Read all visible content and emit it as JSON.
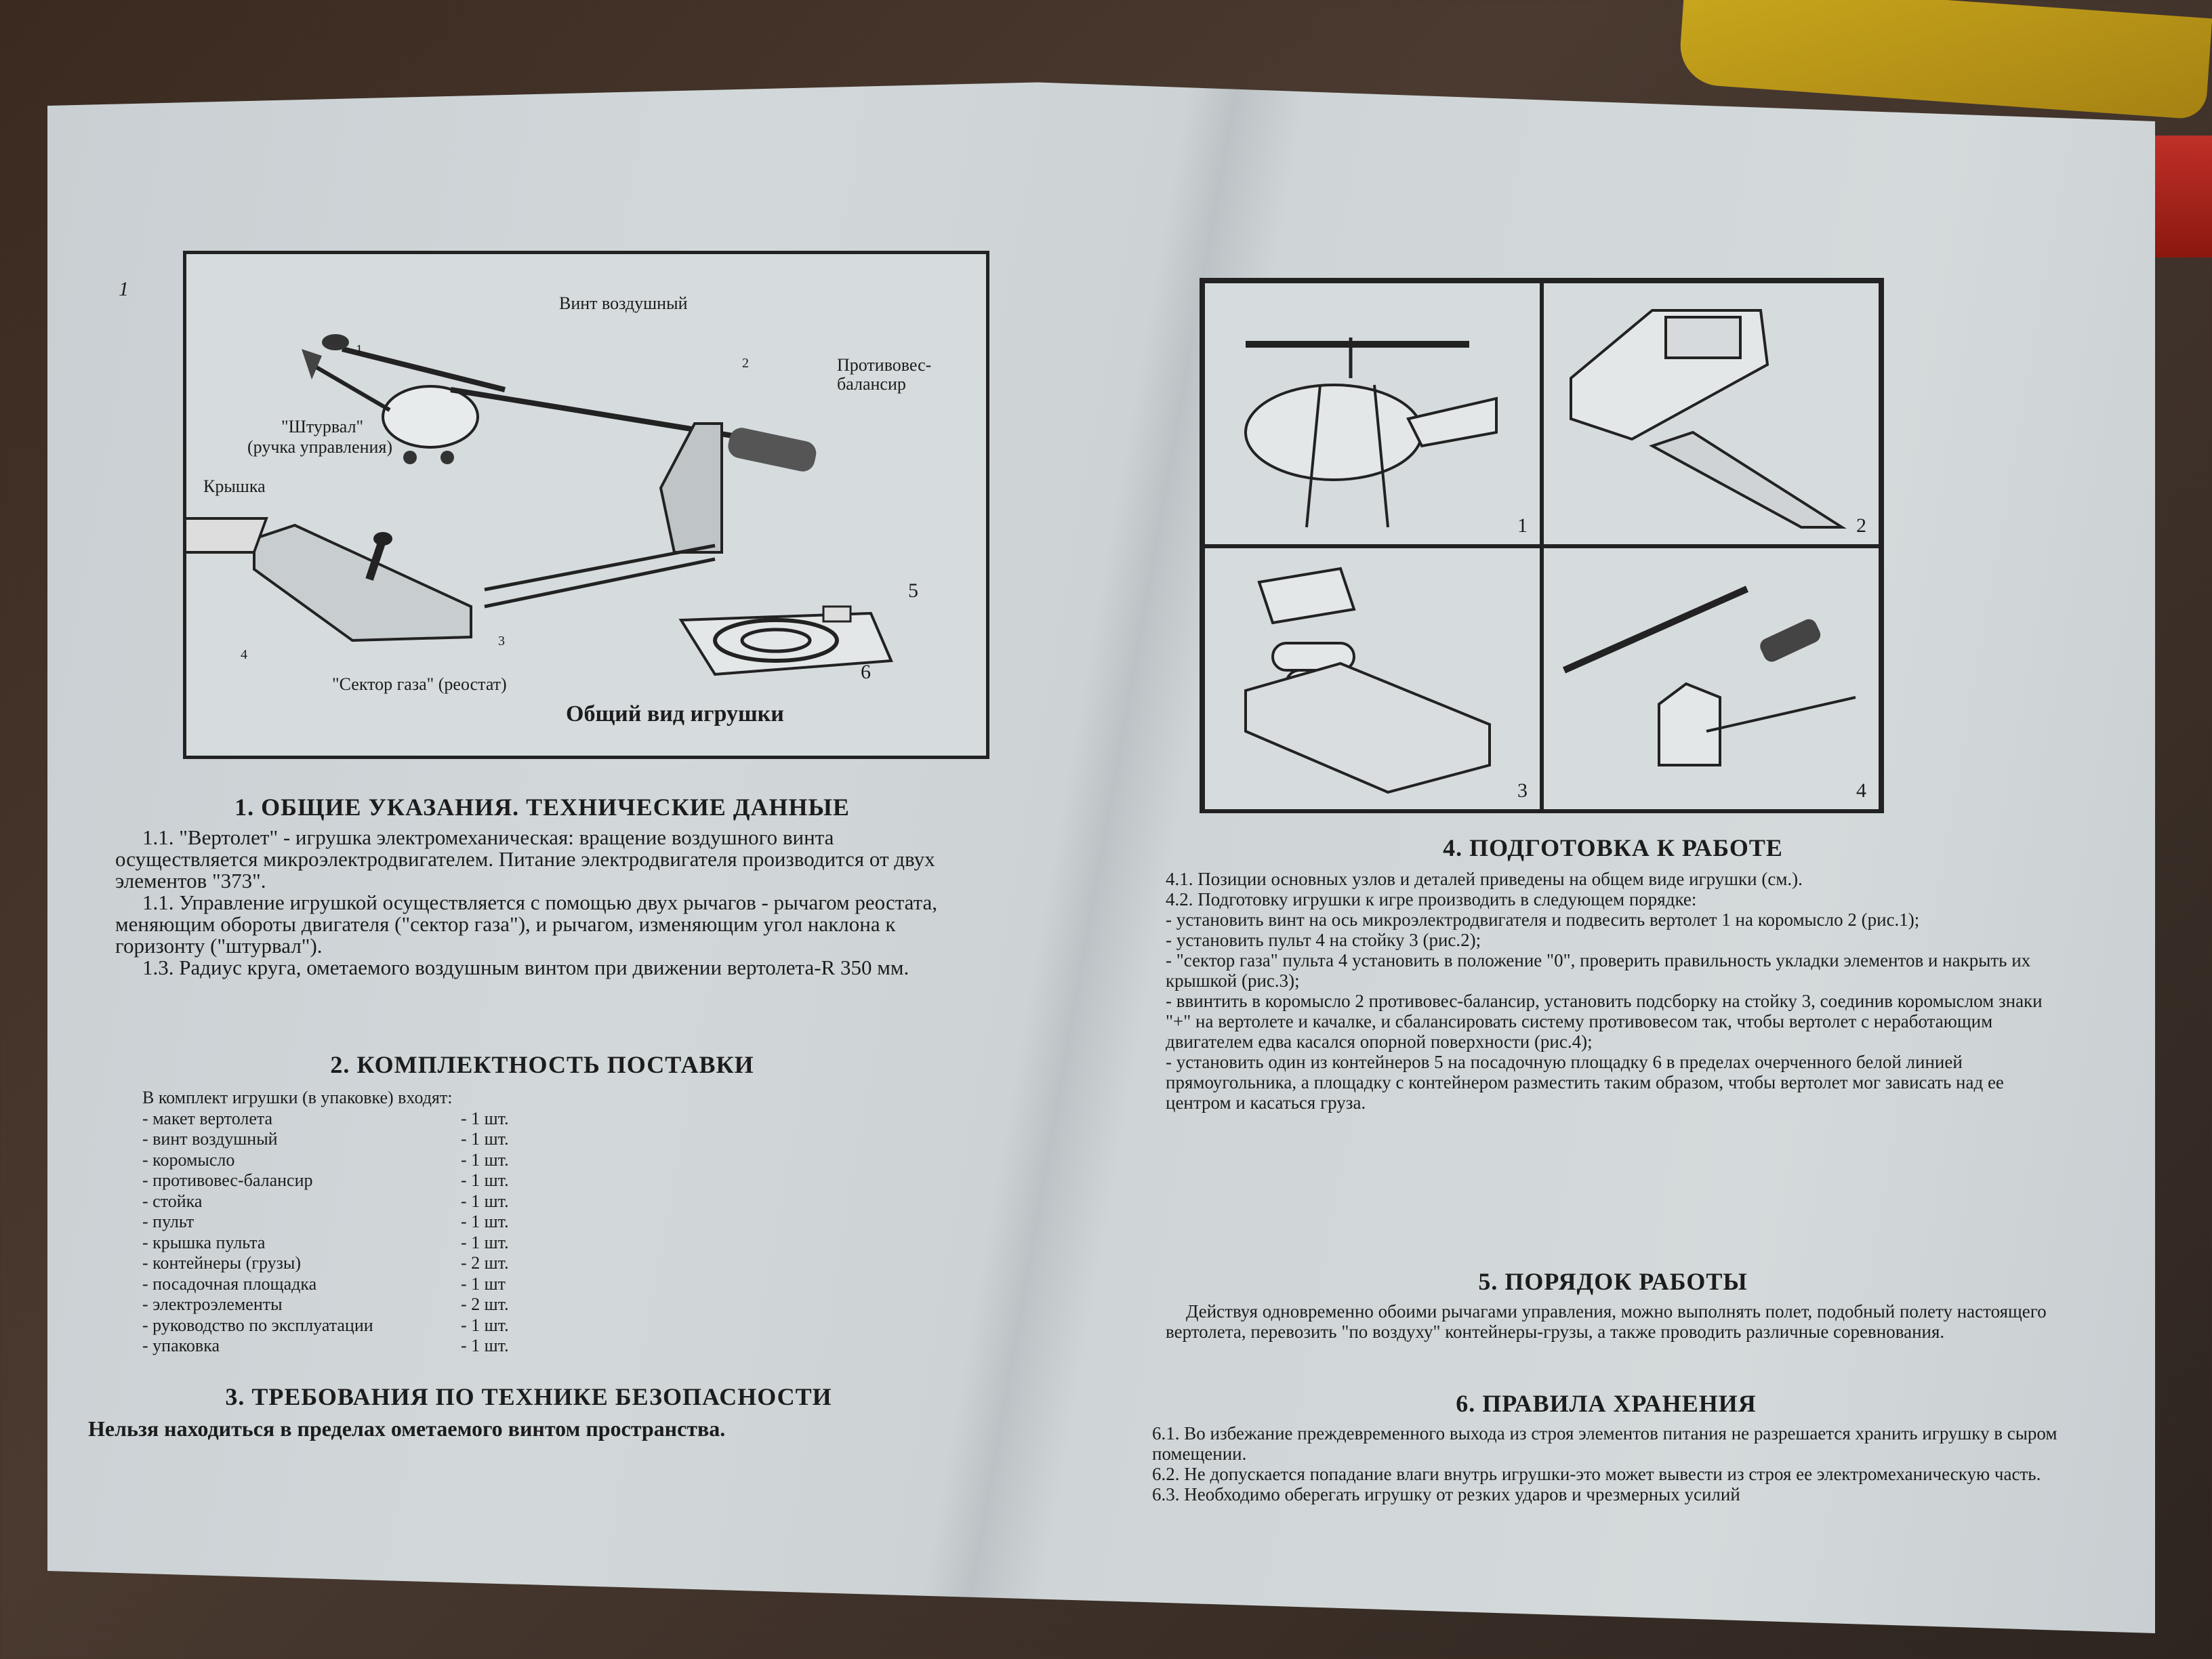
{
  "figure_left": {
    "corner_mark": "1",
    "labels": {
      "propeller": "Винт воздушный",
      "counterweight": "Противовес-\nбалансир",
      "wheel": "\"Штурвал\"",
      "wheel_sub": "(ручка управления)",
      "lid": "Крышка",
      "throttle": "\"Сектор газа\" (реостат)",
      "n1": "1",
      "n2": "2",
      "n3": "3",
      "n4": "4",
      "n5": "5",
      "n6": "6"
    },
    "caption": "Общий вид игрушки"
  },
  "figure_right": {
    "cells": [
      "1",
      "2",
      "3",
      "4"
    ]
  },
  "section1": {
    "title": "1. ОБЩИЕ УКАЗАНИЯ. ТЕХНИЧЕСКИЕ ДАННЫЕ",
    "p1": "1.1. \"Вертолет\" - игрушка электромеханическая: вращение воздушного винта осуществляется микроэлектродвигателем. Питание электродвигателя производится от двух элементов \"373\".",
    "p2": "1.1. Управление игрушкой осуществляется с помощью двух рычагов - рычагом реостата, меняющим обороты двигателя (\"сектор газа\"), и рычагом, изменяющим угол наклона к горизонту (\"штурвал\").",
    "p3": "1.3. Радиус круга, ометаемого воздушным винтом при движении вертолета-R 350 мм."
  },
  "section2": {
    "title": "2. КОМПЛЕКТНОСТЬ ПОСТАВКИ",
    "intro": "В комплект игрушки (в упаковке) входят:",
    "items": [
      {
        "name": "- макет вертолета",
        "qty": "- 1 шт."
      },
      {
        "name": "- винт воздушный",
        "qty": "- 1 шт."
      },
      {
        "name": "- коромысло",
        "qty": "- 1 шт."
      },
      {
        "name": "- противовес-балансир",
        "qty": "- 1 шт."
      },
      {
        "name": "- стойка",
        "qty": "- 1 шт."
      },
      {
        "name": "- пульт",
        "qty": "- 1 шт."
      },
      {
        "name": "- крышка пульта",
        "qty": "- 1 шт."
      },
      {
        "name": "- контейнеры (грузы)",
        "qty": "- 2 шт."
      },
      {
        "name": "- посадочная площадка",
        "qty": "- 1 шт"
      },
      {
        "name": "- электроэлементы",
        "qty": "- 2 шт."
      },
      {
        "name": "- руководство по эксплуатации",
        "qty": "- 1 шт."
      },
      {
        "name": "- упаковка",
        "qty": "- 1 шт."
      }
    ]
  },
  "section3": {
    "title": "3. ТРЕБОВАНИЯ ПО ТЕХНИКЕ БЕЗОПАСНОСТИ",
    "p1": "Нельзя находиться в пределах ометаемого винтом пространства."
  },
  "section4": {
    "title": "4. ПОДГОТОВКА К РАБОТЕ",
    "lines": [
      "4.1. Позиции основных узлов и деталей приведены на общем виде игрушки (см.).",
      "4.2. Подготовку игрушки к игре производить в следующем порядке:",
      "- установить винт на ось микроэлектродвигателя и подвесить вертолет 1 на коромысло 2 (рис.1);",
      "- установить пульт 4 на стойку 3 (рис.2);",
      "- \"сектор газа\" пульта 4 установить в положение \"0\", проверить правильность укладки элементов и накрыть их крышкой (рис.3);",
      "- ввинтить в коромысло 2 противовес-балансир, установить подсборку на стойку 3, соединив коромыслом знаки \"+\" на вертолете и качалке, и сбалансировать систему противовесом так, чтобы вертолет с неработающим двигателем едва касался опорной поверхности (рис.4);",
      "- установить один из контейнеров 5 на посадочную площадку 6 в пределах очерченного белой линией прямоугольника, а площадку с контейнером разместить таким образом, чтобы вертолет мог зависать над ее центром и касаться груза."
    ]
  },
  "section5": {
    "title": "5. ПОРЯДОК РАБОТЫ",
    "p1": "Действуя одновременно обоими рычагами управления, можно выполнять полет, подобный полету настоящего вертолета, перевозить \"по воздуху\" контейнеры-грузы, а также проводить различные соревнования."
  },
  "section6": {
    "title": "6. ПРАВИЛА ХРАНЕНИЯ",
    "lines": [
      "6.1. Во избежание преждевременного выхода из строя элементов питания не разрешается хранить игрушку в сыром помещении.",
      "6.2. Не допускается попадание влаги внутрь игрушки-это может вывести из строя ее электромеханическую часть.",
      "6.3. Необходимо оберегать игрушку от резких ударов и чрезмерных усилий"
    ]
  }
}
